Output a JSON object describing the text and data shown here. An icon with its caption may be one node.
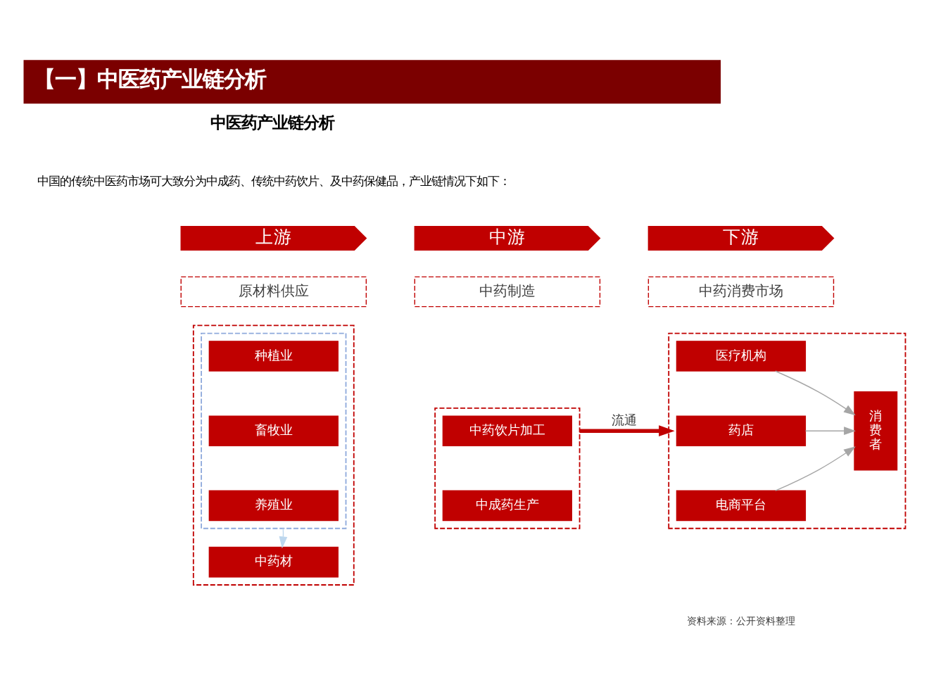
{
  "diagram": {
    "title": "【一】中医药产业链分析",
    "nodes": [
      {
        "text": [
          "上游"
        ]
      },
      {
        "text": [
          "中游"
        ]
      },
      {
        "text": [
          "下游"
        ]
      },
      {
        "text": [
          "原材料供应"
        ]
      },
      {
        "text": [
          "中药制造"
        ]
      },
      {
        "text": [
          "中药消费市场"
        ]
      },
      {
        "text": [],
        "shape": "box"
      },
      {
        "text": [],
        "shape": "box",
        "in": 6
      },
      {
        "text": [
          "种植业"
        ],
        "in": 7
      },
      {
        "text": [
          "畜牧业"
        ],
        "in": 7
      },
      {
        "text": [
          "养殖业"
        ],
        "in": 7
      },
      {
        "text": [
          "中药材"
        ],
        "in": 6
      },
      {
        "text": [],
        "shape": "box"
      },
      {
        "text": [
          "中药饮片加工"
        ],
        "in": 12
      },
      {
        "text": [
          "中成药生产"
        ],
        "in": 12
      },
      {
        "text": [],
        "shape": "box"
      },
      {
        "text": [
          "医疗机构"
        ],
        "in": 15
      },
      {
        "text": [
          "药店"
        ],
        "in": 15
      },
      {
        "text": [
          "电商平台"
        ],
        "in": 15
      },
      {
        "text": [
          "消费者"
        ],
        "in": 15
      }
    ],
    "edges": [
      {
        "from": 7,
        "to": 11,
        "arrow": "to",
        "color": "#bdd7ee"
      },
      {
        "from": 12,
        "to": 15,
        "arrow": "to",
        "label": "流通",
        "style": "thick",
        "color": "#c00000"
      },
      {
        "from": 16,
        "to": 19,
        "arrow": "to"
      },
      {
        "from": 17,
        "to": 19,
        "arrow": "to"
      },
      {
        "from": 18,
        "to": 19,
        "arrow": "to"
      }
    ],
    "labels": [
      "中医药产业链分析",
      "中国的传统中医药市场可大致分为中成药、传统中药饮片、及中药保健品，产业链情况下如下：",
      "资料来源：公开资料整理"
    ]
  }
}
